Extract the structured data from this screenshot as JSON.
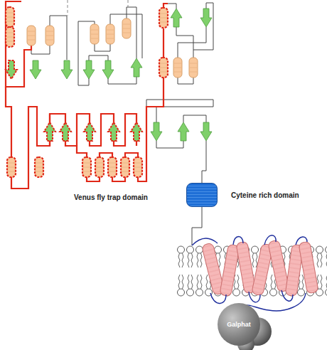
{
  "diagram": {
    "nodes": [
      {
        "text": [
          "Cyteine rich domain"
        ]
      },
      {
        "text": [
          "Galphat"
        ]
      }
    ],
    "labels": [
      "Venus fly trap domain"
    ]
  }
}
